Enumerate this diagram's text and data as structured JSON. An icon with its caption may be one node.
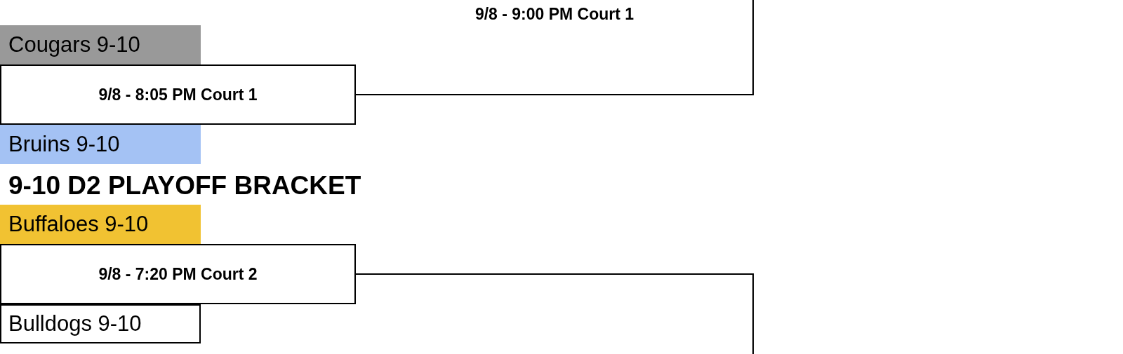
{
  "diagram": {
    "title": "9-10 D2 PLAYOFF BRACKET",
    "nodes": [
      {
        "text": [
          "Cougars 9-10"
        ]
      },
      {
        "text": [
          "9/8 - 8:05 PM Court 1"
        ]
      },
      {
        "text": [
          "Bruins 9-10"
        ]
      },
      {
        "text": [
          "Buffaloes 9-10"
        ]
      },
      {
        "text": [
          "9/8 - 7:20 PM Court 2"
        ]
      },
      {
        "text": [
          "Bulldogs 9-10"
        ]
      }
    ],
    "edges": [
      {
        "from": 1,
        "to": null,
        "arrow": "none"
      },
      {
        "from": 4,
        "to": null,
        "arrow": "none"
      }
    ],
    "labels": [
      "9/8 - 9:00 PM Court 1"
    ]
  }
}
